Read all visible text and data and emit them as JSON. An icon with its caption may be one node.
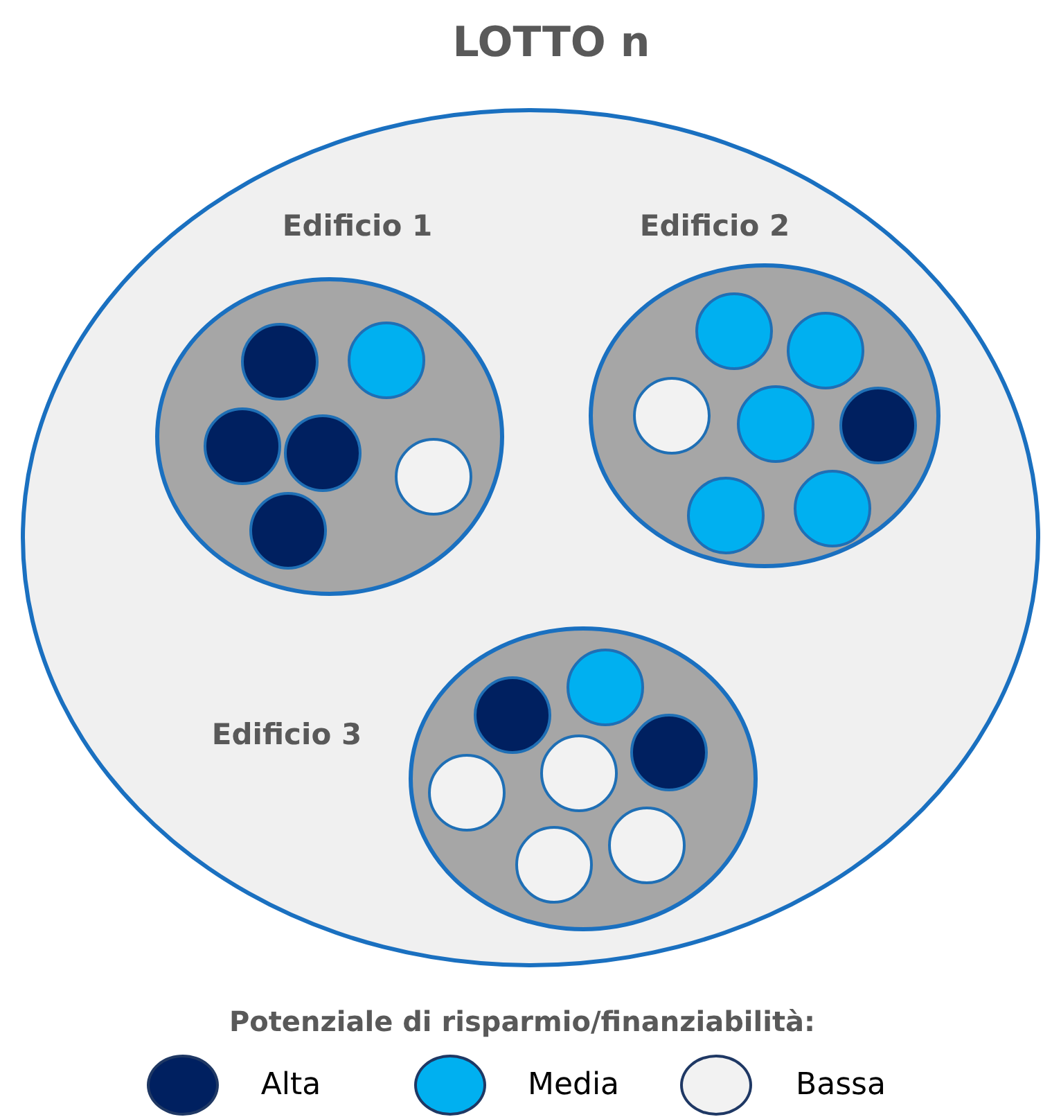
{
  "diagram": {
    "nodes": [
      {
        "text": [
          "LOTTO n"
        ]
      },
      {
        "text": [
          "Edificio 1"
        ],
        "in": 0
      },
      {
        "text": [],
        "shape": "circle",
        "in": 1
      },
      {
        "text": [],
        "shape": "circle",
        "in": 1
      },
      {
        "text": [],
        "shape": "circle",
        "in": 1
      },
      {
        "text": [],
        "shape": "circle",
        "in": 1
      },
      {
        "text": [],
        "shape": "circle",
        "in": 1
      },
      {
        "text": [],
        "shape": "circle",
        "in": 1
      },
      {
        "text": [
          "Edificio 2"
        ],
        "in": 0
      },
      {
        "text": [],
        "shape": "circle",
        "in": 8
      },
      {
        "text": [],
        "shape": "circle",
        "in": 8
      },
      {
        "text": [],
        "shape": "circle",
        "in": 8
      },
      {
        "text": [],
        "shape": "circle",
        "in": 8
      },
      {
        "text": [],
        "shape": "circle",
        "in": 8
      },
      {
        "text": [],
        "shape": "circle",
        "in": 8
      },
      {
        "text": [],
        "shape": "circle",
        "in": 8
      },
      {
        "text": [
          "Edificio 3"
        ],
        "in": 0
      },
      {
        "text": [],
        "shape": "circle",
        "in": 16
      },
      {
        "text": [],
        "shape": "circle",
        "in": 16
      },
      {
        "text": [],
        "shape": "circle",
        "in": 16
      },
      {
        "text": [],
        "shape": "circle",
        "in": 16
      },
      {
        "text": [],
        "shape": "circle",
        "in": 16
      },
      {
        "text": [],
        "shape": "circle",
        "in": 16
      },
      {
        "text": [],
        "shape": "circle",
        "in": 16
      }
    ],
    "labels": [
      "Potenziale di risparmio/finanziabilità:"
    ],
    "legend": [
      {
        "text": "Alta",
        "color": "#002060"
      },
      {
        "text": "Media",
        "color": "#00b0f0"
      },
      {
        "text": "Bassa",
        "color": "#f2f2f2"
      }
    ]
  }
}
